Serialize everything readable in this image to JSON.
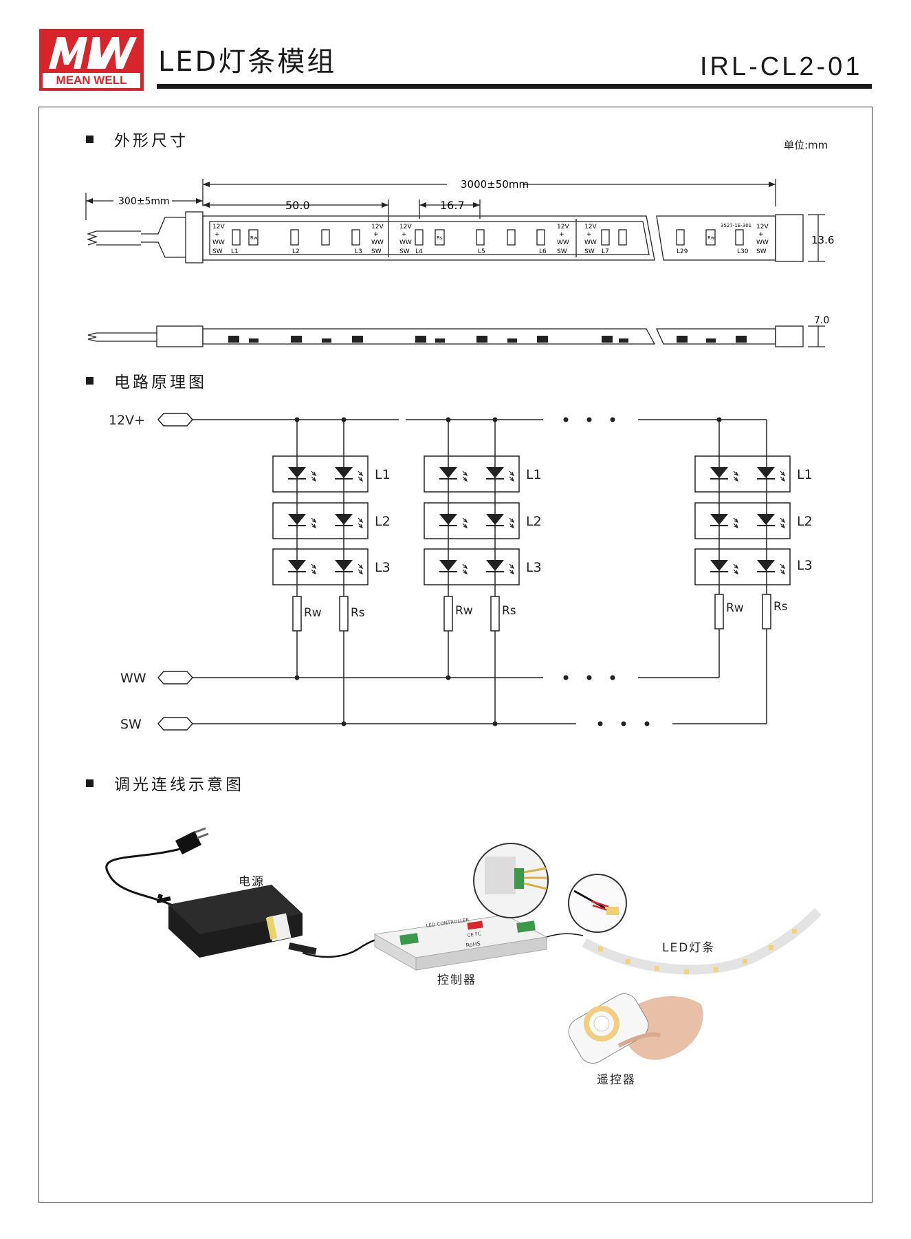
{
  "header": {
    "logo_mark": "MW",
    "logo_text": "MEAN WELL",
    "title": "LED灯条模组",
    "model": "IRL-CL2-01"
  },
  "sections": {
    "dimensions": {
      "title": "外形尺寸",
      "unit": "单位:mm"
    },
    "circuit": {
      "title": "电路原理图"
    },
    "wiring": {
      "title": "调光连线示意图"
    }
  },
  "dimensions": {
    "total_length": "3000±50mm",
    "lead_length": "300±5mm",
    "pitch_group": "50.0",
    "pitch_led": "16.7",
    "width": "13.6",
    "height": "7.0",
    "pad_lines": [
      "12V",
      "+",
      "WW",
      "SW"
    ],
    "led_labels": [
      "L1",
      "L2",
      "L3",
      "L4",
      "L5",
      "L6",
      "L7",
      "L29",
      "L30"
    ],
    "resistor_labels": [
      "Rw",
      "Rs"
    ],
    "part_code": "3527-1E-301"
  },
  "circuit": {
    "terminals": [
      "12V+",
      "WW",
      "SW"
    ],
    "led_labels": [
      "L1",
      "L2",
      "L3"
    ],
    "resistor_labels": [
      "Rw",
      "Rs"
    ]
  },
  "wiring": {
    "power_supply": "电源",
    "controller": "控制器",
    "led_strip": "LED灯条",
    "remote": "遥控器",
    "controller_text": [
      "LED CONTROLLER",
      "CE FC",
      "RoHS"
    ]
  }
}
